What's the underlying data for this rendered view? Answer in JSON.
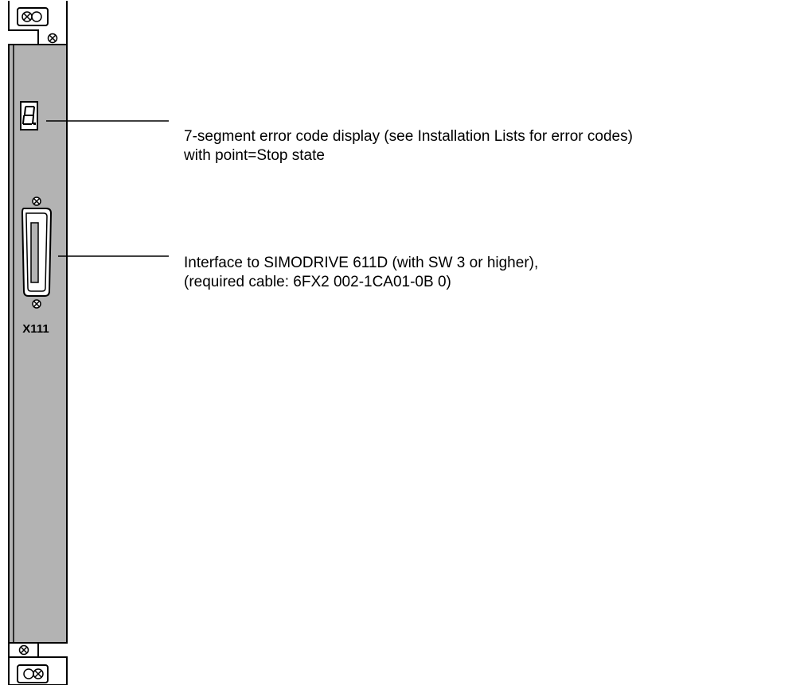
{
  "display": {
    "label_line1": "7-segment error code display (see Installation Lists for error codes)",
    "label_line2": "with point=Stop state"
  },
  "interface": {
    "label_line1": "Interface to SIMODRIVE 611D (with SW 3 or higher),",
    "label_line2": "(required cable: 6FX2 002-1CA01-0B 0)",
    "connector_name": "X111"
  },
  "colors": {
    "panel_fill": "#b3b3b3",
    "outline": "#000000",
    "background": "#ffffff"
  }
}
